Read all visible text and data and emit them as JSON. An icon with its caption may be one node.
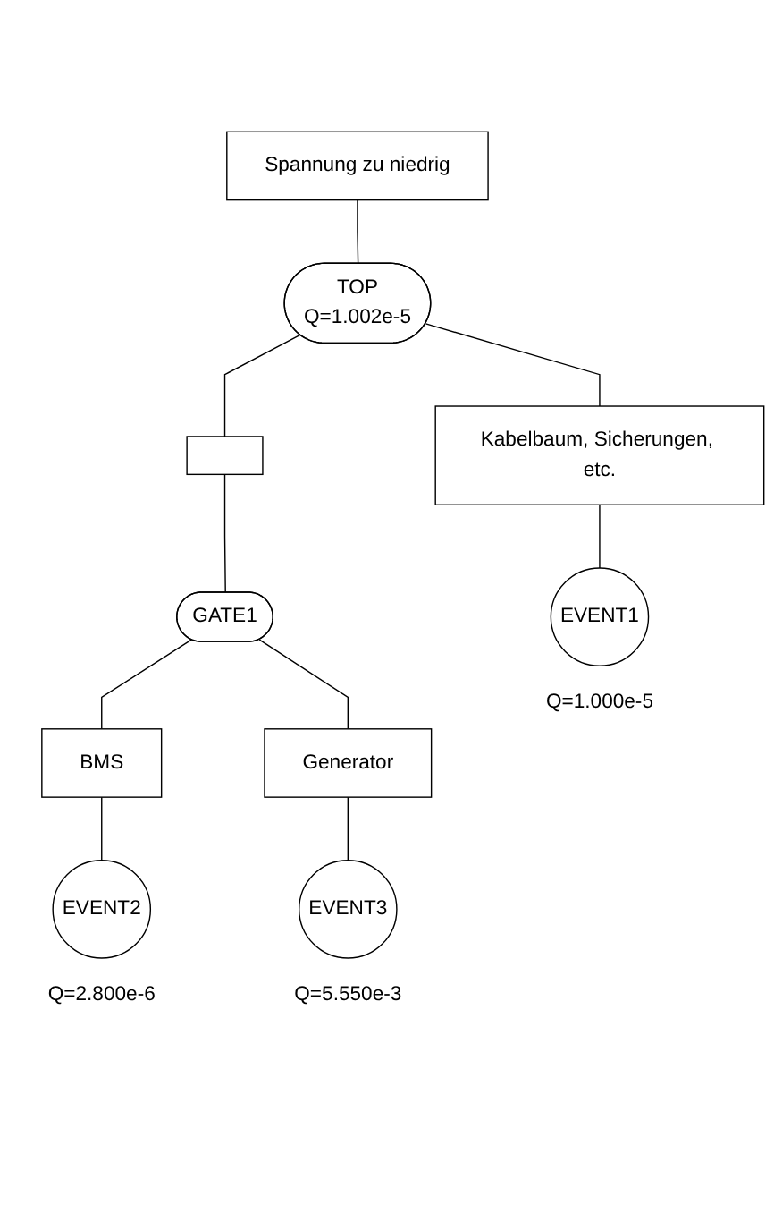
{
  "diagram": {
    "nodes": [
      {
        "text": [
          "Spannung zu niedrig"
        ]
      },
      {
        "text": [
          "TOP",
          "Q=1.002e-5"
        ]
      },
      {
        "text": [],
        "shape": "box"
      },
      {
        "text": [
          "Kabelbaum, Sicherungen, etc."
        ]
      },
      {
        "text": [
          "GATE1"
        ]
      },
      {
        "text": [
          "EVENT1"
        ],
        "beside": [
          "Q=1.000e-5"
        ]
      },
      {
        "text": [
          "BMS"
        ]
      },
      {
        "text": [
          "Generator"
        ]
      },
      {
        "text": [
          "EVENT2"
        ],
        "beside": [
          "Q=2.800e-6"
        ]
      },
      {
        "text": [
          "EVENT3"
        ],
        "beside": [
          "Q=5.550e-3"
        ]
      }
    ],
    "edges": [
      {
        "from": 0,
        "to": 1,
        "arrow": "none"
      },
      {
        "from": 1,
        "to": 2,
        "arrow": "none"
      },
      {
        "from": 1,
        "to": 3,
        "arrow": "none"
      },
      {
        "from": 2,
        "to": 4,
        "arrow": "none"
      },
      {
        "from": 3,
        "to": 5,
        "arrow": "none"
      },
      {
        "from": 4,
        "to": 6,
        "arrow": "none"
      },
      {
        "from": 4,
        "to": 7,
        "arrow": "none"
      },
      {
        "from": 6,
        "to": 8,
        "arrow": "none"
      },
      {
        "from": 7,
        "to": 9,
        "arrow": "none"
      }
    ]
  }
}
